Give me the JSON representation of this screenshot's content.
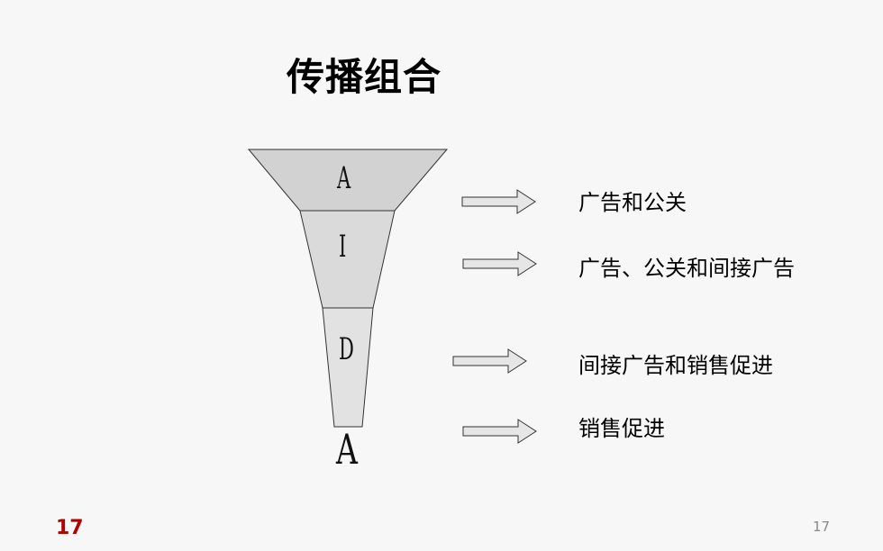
{
  "title": "传播组合",
  "funnel": {
    "stages": [
      "A",
      "I",
      "D"
    ],
    "bottom": "A"
  },
  "labels": [
    "广告和公关",
    "广告、公关和间接广告",
    "间接广告和销售促进",
    "销售促进"
  ],
  "footer": {
    "left_number": "17",
    "right_number": "17"
  },
  "colors": {
    "funnel_fill": "#d4d4d4",
    "outline": "#333333",
    "footer_left": "#b00000"
  }
}
